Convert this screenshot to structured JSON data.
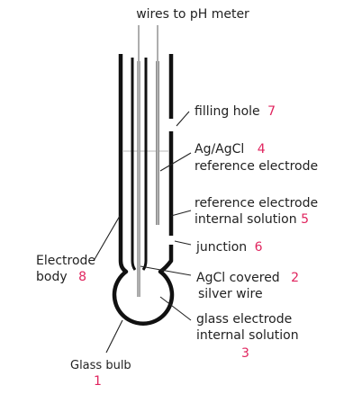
{
  "diagram": {
    "top_label": "wires to pH meter",
    "labels": [
      {
        "id": "filling-hole",
        "text": "filling hole",
        "number": "7"
      },
      {
        "id": "reference-electrode",
        "line1": "Ag/AgCl",
        "line2": "reference electrode",
        "number": "4"
      },
      {
        "id": "reference-solution",
        "line1": "reference electrode",
        "line2": "internal solution",
        "number": "5"
      },
      {
        "id": "junction",
        "text": "junction",
        "number": "6"
      },
      {
        "id": "electrode-body",
        "line1": "Electrode",
        "line2": "body",
        "number": "8"
      },
      {
        "id": "agcl-wire",
        "line1": "AgCl covered",
        "line2": "silver wire",
        "number": "2"
      },
      {
        "id": "glass-solution",
        "line1": "glass electrode",
        "line2": "internal solution",
        "number": "3"
      },
      {
        "id": "glass-bulb",
        "text": "Glass bulb",
        "number": "1"
      }
    ],
    "colors": {
      "number": "#e0245e",
      "outline": "#111111",
      "inner_gray": "#8c8c8c",
      "leader": "#222222"
    }
  }
}
